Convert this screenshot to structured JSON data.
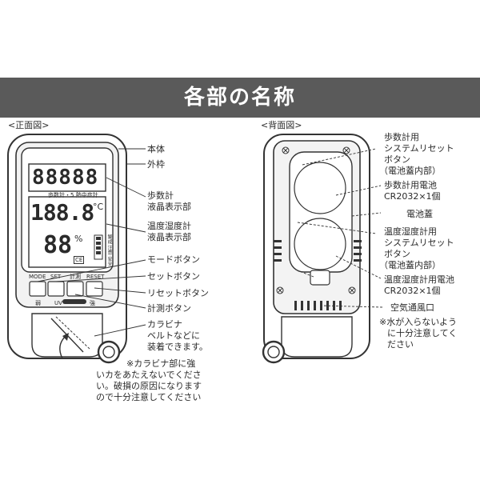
{
  "title": "各部の名称",
  "front": {
    "view_label": "<正面図>",
    "labels": [
      "本体",
      "外枠",
      "歩数計",
      "液晶表示部",
      "温度湿度計",
      "液晶表示部",
      "モードボタン",
      "セットボタン",
      "リセットボタン",
      "計測ボタン",
      "カラビナ",
      "ベルトなどに",
      "装着できます。"
    ],
    "note": [
      "※カラビナ部に強",
      "いカをあたえないでくださ",
      "い。破損の原因になります",
      "ので十分注意してください"
    ],
    "lcd": {
      "steps": "88888",
      "temp": "188.8",
      "temp_unit": "°C",
      "humidity": "88",
      "humidity_unit": "%",
      "caption_top": "歩数計・5 熱中症計",
      "caption_side": "警戒 注意 安全",
      "small_mark": "CE"
    },
    "buttons": [
      "MODE",
      "SET",
      "計測",
      "RESET"
    ],
    "bottom_text": [
      "弱",
      "UV",
      "強"
    ]
  },
  "back": {
    "view_label": "<背面図>",
    "labels": [
      "歩数計用",
      "システムリセット",
      "ボタン",
      "（電池蓋内部）",
      "歩数計用電池",
      "CR2032×1個",
      "電池蓋",
      "温度湿度計用",
      "システムリセット",
      "ボタン",
      "（電池蓋内部）",
      "温度湿度計用電池",
      "CR2032×1個",
      "空気通風口"
    ],
    "note": [
      "※水が入らないよう",
      "に十分注意してく",
      "ださい"
    ]
  },
  "colors": {
    "banner": "#5a5a5a",
    "line": "#333333"
  }
}
